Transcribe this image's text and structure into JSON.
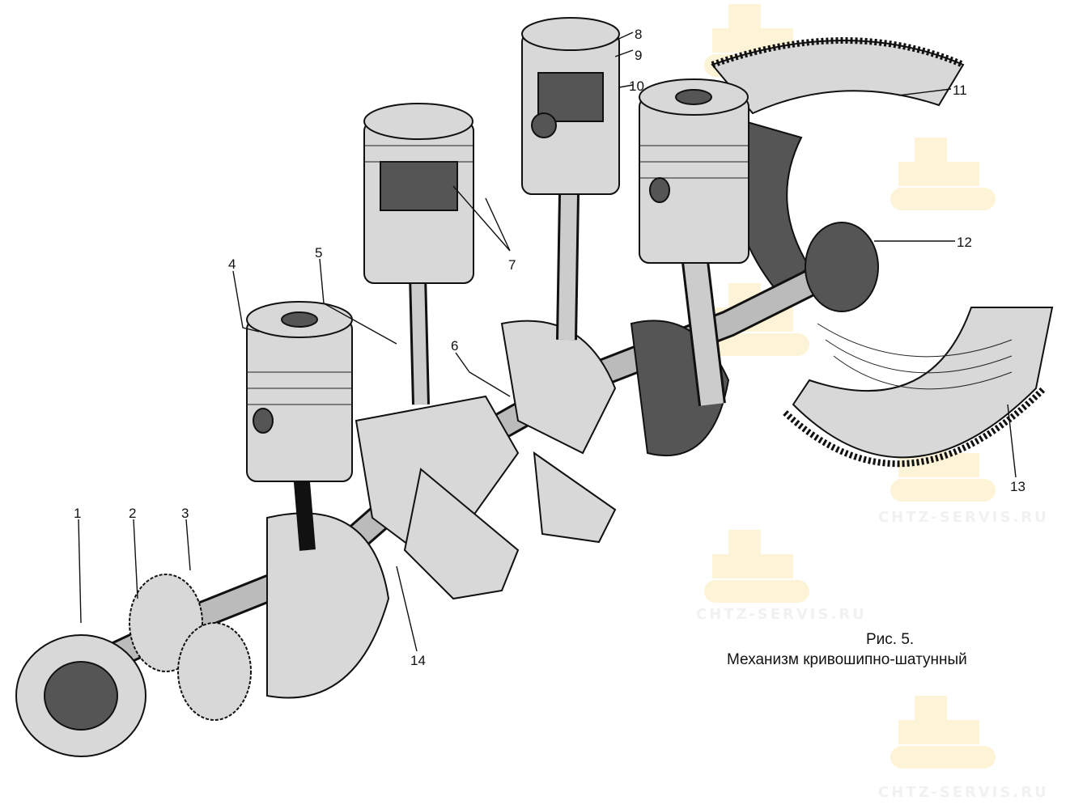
{
  "figure": {
    "number": "Рис. 5.",
    "title": "Механизм кривошипно-шатунный"
  },
  "watermark": "CHTZ-SERVIS.RU",
  "labels": [
    "1",
    "2",
    "3",
    "4",
    "5",
    "6",
    "7",
    "8",
    "9",
    "10",
    "11",
    "12",
    "13",
    "14"
  ]
}
